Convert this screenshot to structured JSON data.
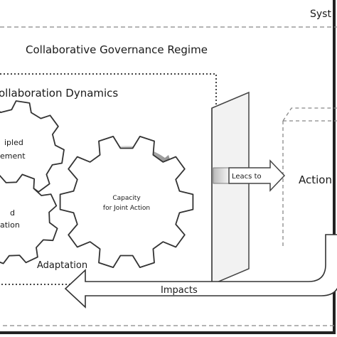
{
  "diagram": {
    "system_context": "Syst",
    "regime": "Collaborative Governance Regime",
    "dynamics": "ollaboration  Dynamics",
    "gear_principled_line1": "ipled",
    "gear_principled_line2": "ement",
    "gear_capacity_line1": "Capacity",
    "gear_capacity_line2": "for Joint Action",
    "gear_shared_line1": "d",
    "gear_shared_line2": "ation",
    "leads_to": "Leacs to",
    "actions": "Action",
    "adaptation": "Adaptation",
    "impacts": "Impacts"
  }
}
